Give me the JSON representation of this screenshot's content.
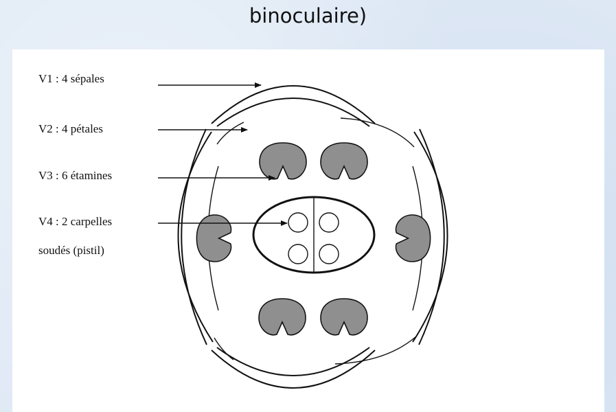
{
  "heading": "binoculaire)",
  "labels": {
    "v1": "V1 : 4 sépales",
    "v2": "V2 : 4 pétales",
    "v3": "V3 : 6 étamines",
    "v4_line1": "V4 : 2 carpelles",
    "v4_line2": "soudés (pistil)"
  },
  "colors": {
    "page_background": "#dfe9f5",
    "panel_background": "#ffffff",
    "stamen_fill": "#8f8f8f",
    "stroke": "#111111"
  }
}
